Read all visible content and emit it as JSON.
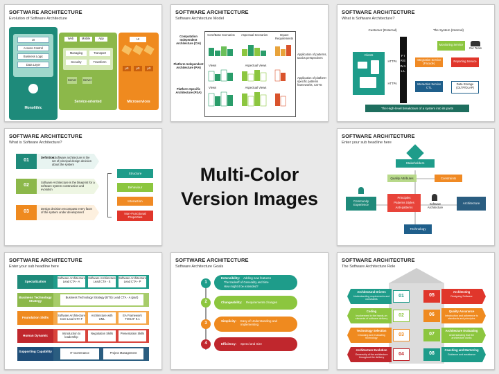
{
  "center": {
    "line1": "Multi-Color",
    "line2": "Version Images"
  },
  "slides": [
    {
      "title": "SOFTWARE ARCHITECTURE",
      "subtitle": "Evolution of Software Architecture",
      "mono_items": [
        "UI",
        "Access Control",
        "Business Logic",
        "Data Layer"
      ],
      "mono_label": "Monolithic",
      "soa_top": [
        "Web",
        "Mobile",
        "App"
      ],
      "soa_items": [
        "Managing",
        "Transport",
        "Security",
        "Transform"
      ],
      "soa_servers": [
        "Server",
        "Server"
      ],
      "soa_label": "Service-oriented",
      "micro_top": "UI",
      "micro_nodes": [
        "µS",
        "µS",
        "µS"
      ],
      "micro_label": "Microservices"
    },
    {
      "title": "SOFTWARE ARCHITECTURE",
      "subtitle": "Software Architecture Model",
      "rows": [
        "Computation Independent Architecture (CIA)",
        "Platform Independent Architecture (PIA)",
        "Platform Specific Architecture (PSA)"
      ],
      "cols": [
        "Core/Base Scenarios",
        "Aspectual Scenarios",
        "Impact Requirements"
      ],
      "views": [
        "Views",
        "Aspectual Views",
        "Views",
        "Aspectual Views"
      ],
      "right_notes": [
        "Application of patterns, tactics perspectives",
        "Application of platform-specific patterns frameworks, COTS"
      ]
    },
    {
      "title": "SOFTWARE ARCHITECTURE",
      "subtitle": "What is Software Architecture?",
      "customer": "Customer (External)",
      "system": "The System (Internal)",
      "clients": "Clients",
      "firewall": "FIREWALL",
      "https": [
        "HTTPs",
        "HTTPs"
      ],
      "monitoring": "Monitoring Service",
      "team": "Our Team",
      "integration": "Integration Service (Facade)",
      "reporting": "Reporting Service",
      "interaction": "Interaction Service CTL",
      "datastorage": "Data Storage (OLTP/OLAP)",
      "footer": "The High-level breakdown of a system into its parts"
    },
    {
      "title": "SOFTWARE ARCHITECTURE",
      "subtitle": "What is Software Architecture?",
      "items": [
        {
          "num": "01",
          "bold": "Definition:",
          "text": "A Software architecture is the set of principal design decision about the system"
        },
        {
          "num": "02",
          "bold": "",
          "text": "Software Architecture is the blueprint for a software system construction and evolution"
        },
        {
          "num": "03",
          "bold": "",
          "text": "Design decision encompass every facet of the system under development"
        }
      ],
      "facets": [
        "Structure",
        "Behaviour",
        "Interaction",
        "Non-Functional Properties"
      ]
    },
    {
      "title": "SOFTWARE ARCHITECTURE",
      "subtitle": "Enter your sub headline here",
      "stakeholders": "Stakeholders",
      "quality": "Quality Attributes",
      "constraints": "Constraints",
      "community": "Community Experience",
      "principles": [
        "Principles",
        "Patterns Styles",
        "Anti-patterns"
      ],
      "software_arch": "Software Architecture",
      "architecture": "Architecture",
      "technology": "Technology"
    },
    {
      "title": "SOFTWARE ARCHITECTURE",
      "subtitle": "Enter your sub headline here",
      "rows": [
        {
          "label": "Specialization",
          "cells": [
            "Software Architecture Lead CTA - A",
            "Software Architecture Lead CTA - S",
            "Software Architecture Lead CTA - P"
          ]
        },
        {
          "label": "Business Technology Strategy",
          "cells": [
            "Business Technology Strategy (BTS) Lead CTA - A (part)"
          ]
        },
        {
          "label": "Foundation Skills",
          "cells": [
            "Software Architecture Core Lead CTA-F",
            "Architecture with UML",
            "EA Framework TOGAF 9.1"
          ]
        },
        {
          "label": "Human Dynamic",
          "cells": [
            "Introduction to leadership",
            "Negotiation Skills",
            "Presentation Skills"
          ]
        },
        {
          "label": "Supporting Capability",
          "cells": [
            "IT Governance",
            "Project Management"
          ]
        }
      ]
    },
    {
      "title": "SOFTWARE ARCHITECTURE",
      "subtitle": "Software Architecture Goals",
      "goals": [
        {
          "num": "1",
          "bold": "Extensibility:",
          "text": "Adding new features",
          "extra": [
            "The tradeoff of Generality and time",
            "How might it be extended?"
          ]
        },
        {
          "num": "2",
          "bold": "Changeability:",
          "text": "Requirements changes",
          "extra": []
        },
        {
          "num": "3",
          "bold": "Simplicity:",
          "text": "Easy of Understanding and implementing",
          "extra": []
        },
        {
          "num": "4",
          "bold": "Efficiency:",
          "text": "Speed and Size",
          "extra": []
        }
      ]
    },
    {
      "title": "SOFTWARE ARCHITECTURE",
      "subtitle": "The Software Architecture Role",
      "left": [
        {
          "num": "01",
          "head": "Architectural Drivers",
          "text": "Understanding requirements and constraints"
        },
        {
          "num": "02",
          "head": "Coding",
          "text": "Involvement in the hands-on elements of software delivery"
        },
        {
          "num": "03",
          "head": "Technology Selection",
          "text": "Choosing and evaluating technology"
        },
        {
          "num": "04",
          "head": "Architecture Evolution",
          "text": "Ownership of the architecture throughout the delivery"
        }
      ],
      "right": [
        {
          "num": "05",
          "head": "Architecting",
          "text": "Designing Software"
        },
        {
          "num": "06",
          "head": "Quality Assurance",
          "text": "Introduction and adherence to standards and principles"
        },
        {
          "num": "07",
          "head": "Architecture Evaluating",
          "text": "Understanding that the architecture works"
        },
        {
          "num": "08",
          "head": "Coaching and Mentoring",
          "text": "Guidance and assistance"
        }
      ]
    }
  ]
}
